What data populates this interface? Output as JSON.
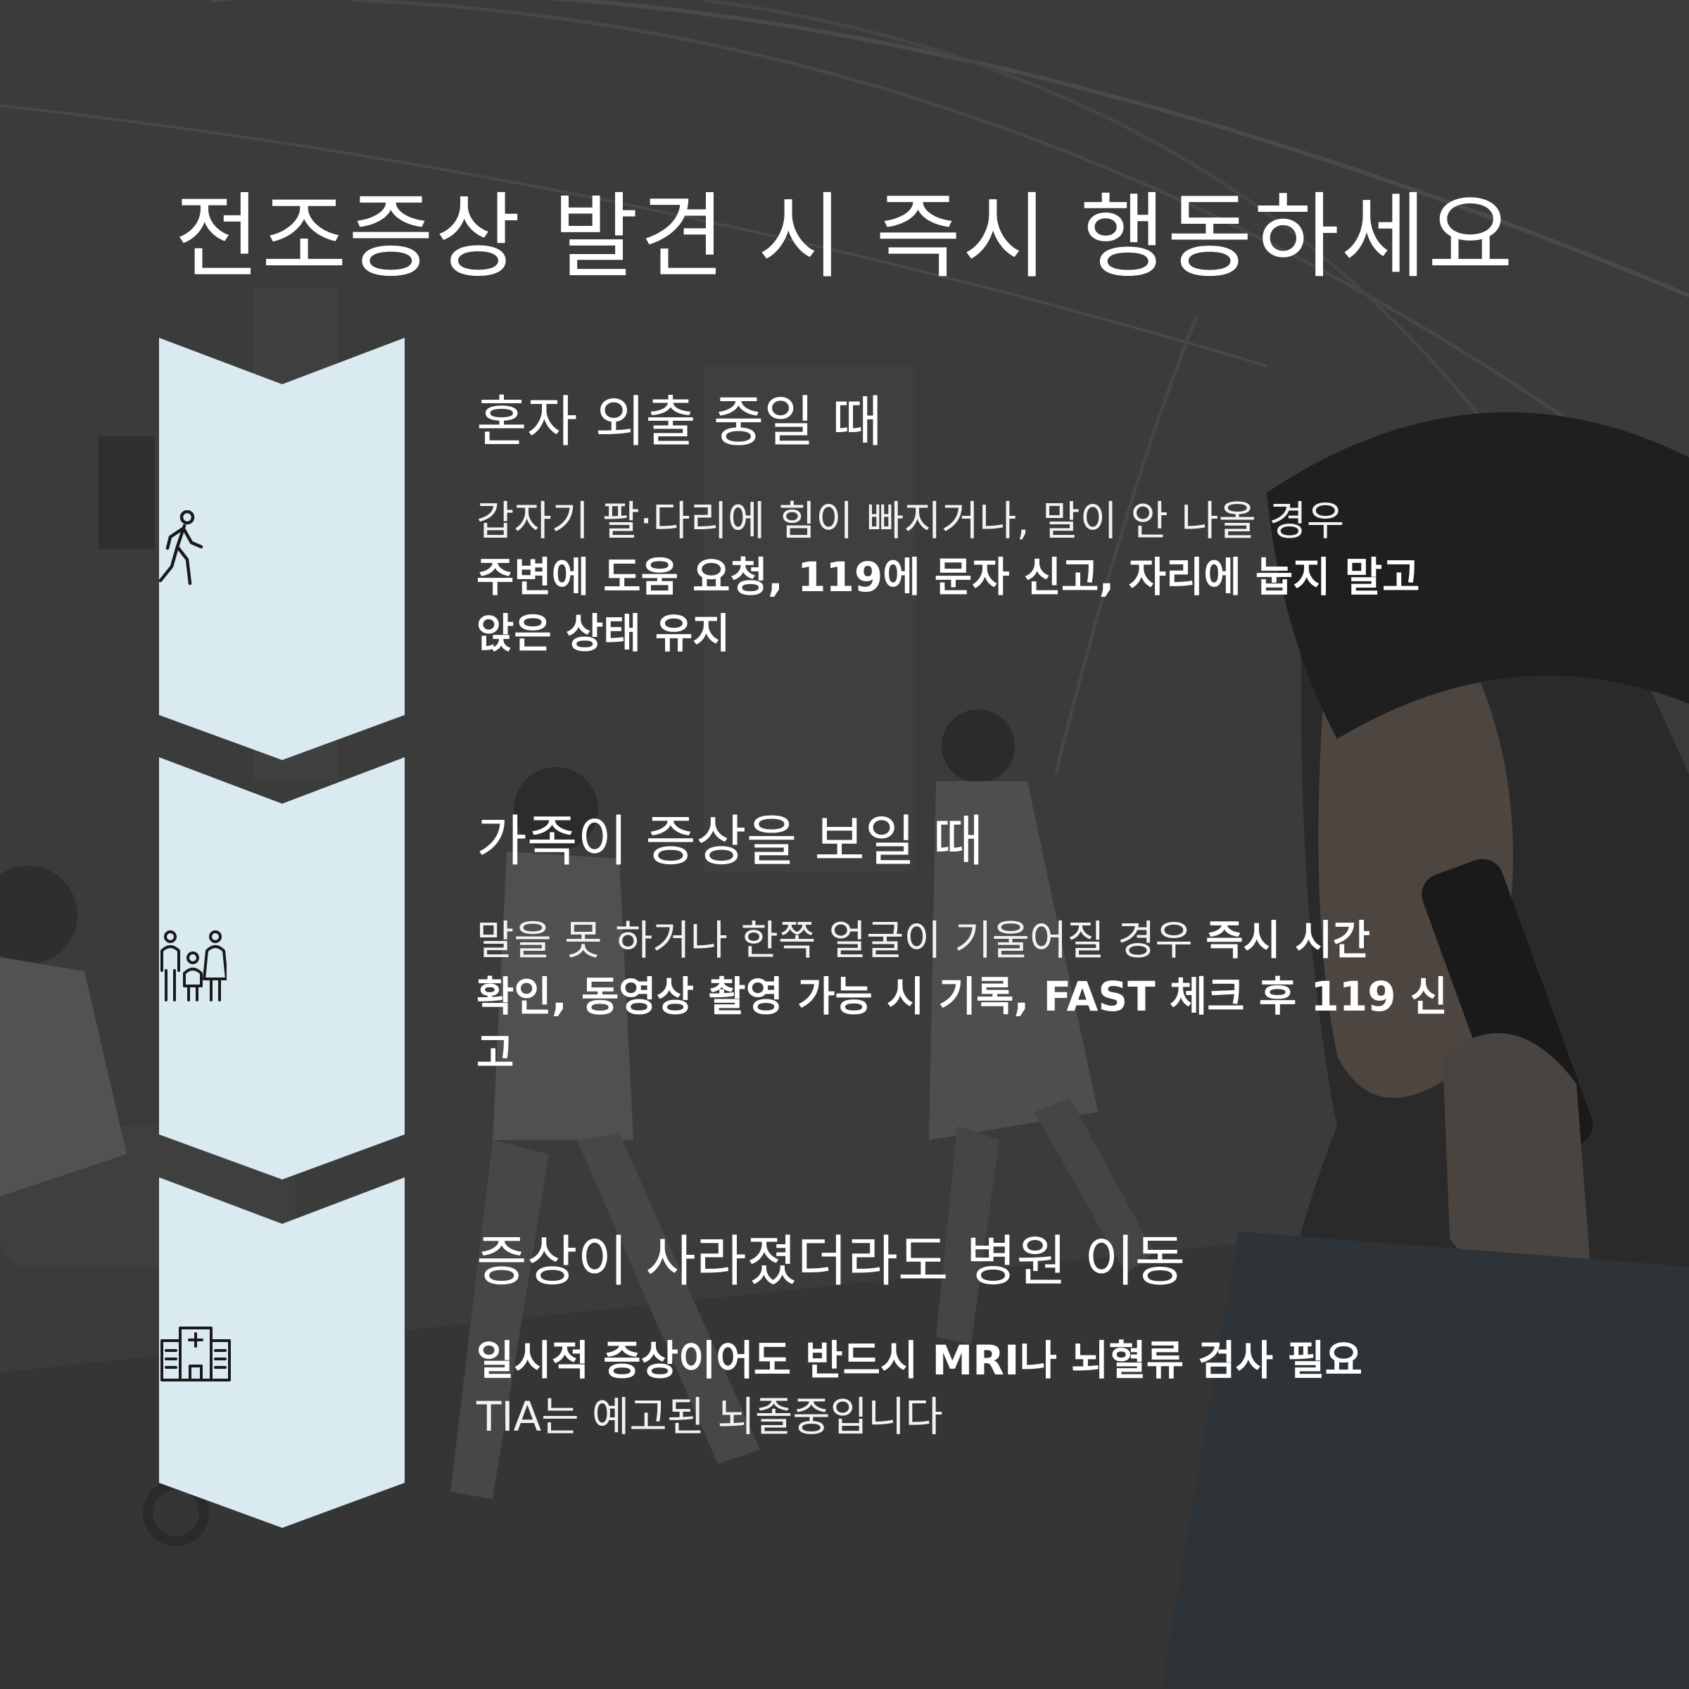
{
  "title": "전조증상 발견 시 즉시 행동하세요",
  "colors": {
    "overlay": "#333333",
    "chevron": "#daeaf1",
    "text": "#ffffff",
    "icon": "#1a1a1a"
  },
  "steps": [
    {
      "icon": "walking-person-icon",
      "title": "혼자 외출 중일 때",
      "body_normal": "갑자기 팔·다리에 힘이 빠지거나, 말이 안 나올 경우",
      "body_bold_1": "주변에 도움 요청, 119에 문자 신고, 자리에 눕지 말고",
      "body_bold_2": "앉은 상태 유지"
    },
    {
      "icon": "family-icon",
      "title": "가족이 증상을 보일 때",
      "body_normal": "말을 못 하거나 한쪽 얼굴이 기울어질 경우 ",
      "body_bold_inline": "즉시 시간",
      "body_bold_2": "확인, 동영상 촬영 가능 시 기록, FAST 체크 후 119 신",
      "body_bold_3": "고"
    },
    {
      "icon": "hospital-icon",
      "title": "증상이 사라졌더라도 병원 이동",
      "body_bold_1": "일시적 증상이어도 반드시 MRI나 뇌혈류 검사 필요",
      "body_normal": "TIA는 예고된 뇌졸중입니다"
    }
  ]
}
